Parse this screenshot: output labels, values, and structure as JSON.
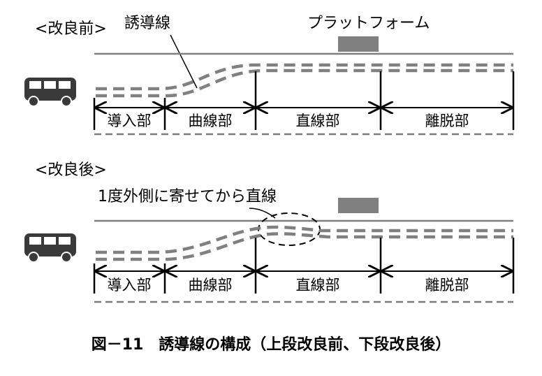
{
  "before": {
    "heading": "<改良前>",
    "guide_label": "誘導線",
    "platform_label": "プラットフォーム",
    "segments": [
      "導入部",
      "曲線部",
      "直線部",
      "離脱部"
    ]
  },
  "after": {
    "heading": "<改良後>",
    "callout": "1度外側に寄せてから直線",
    "segments": [
      "導入部",
      "曲線部",
      "直線部",
      "離脱部"
    ]
  },
  "caption": "図－11　誘導線の構成（上段改良前、下段改良後）",
  "icons": [
    "bus-icon",
    "platform-marker"
  ],
  "colors": {
    "line": "#7f7f7f",
    "guide": "#808080",
    "bus": "#3a3a3a",
    "platform": "#808080"
  }
}
